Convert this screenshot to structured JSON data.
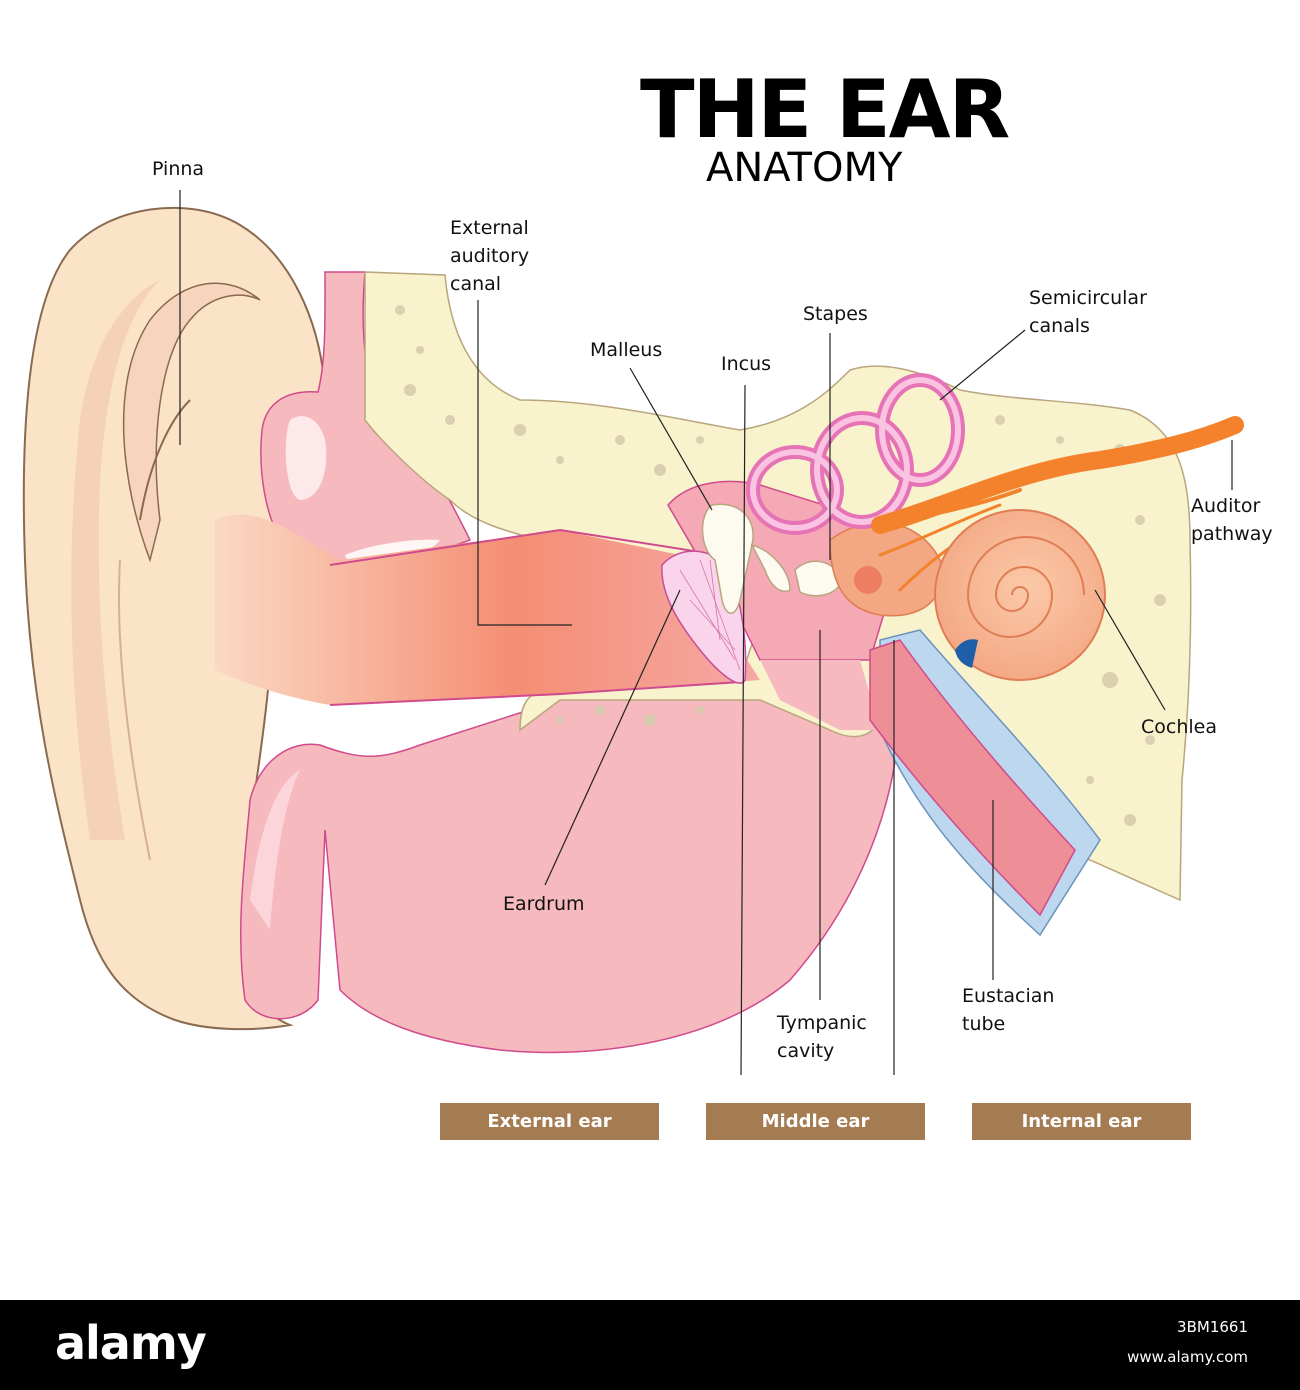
{
  "title": "THE EAR",
  "subtitle": "ANATOMY",
  "labels": {
    "pinna": "Pinna",
    "external_canal": "External\nauditory\ncanal",
    "malleus": "Malleus",
    "incus": "Incus",
    "stapes": "Stapes",
    "semicircular": "Semicircular\ncanals",
    "auditor_pathway": "Auditor\npathway",
    "cochlea": "Cochlea",
    "eardrum": "Eardrum",
    "tympanic": "Tympanic\ncavity",
    "eustacian": "Eustacian\ntube"
  },
  "sections": {
    "external": "External ear",
    "middle": "Middle ear",
    "internal": "Internal ear"
  },
  "footer": {
    "brand": "alamy",
    "image_id": "3BM1661",
    "url": "www.alamy.com"
  },
  "colors": {
    "skin": "#fbe3c8",
    "flesh": "#f6b9be",
    "canal": "#f39a7c",
    "bone": "#f8f3cc",
    "labyrinth": "#f3a2cf",
    "nerve": "#f4822d",
    "tube_blue": "#bcd7ee",
    "section_bar": "#a57b52"
  }
}
